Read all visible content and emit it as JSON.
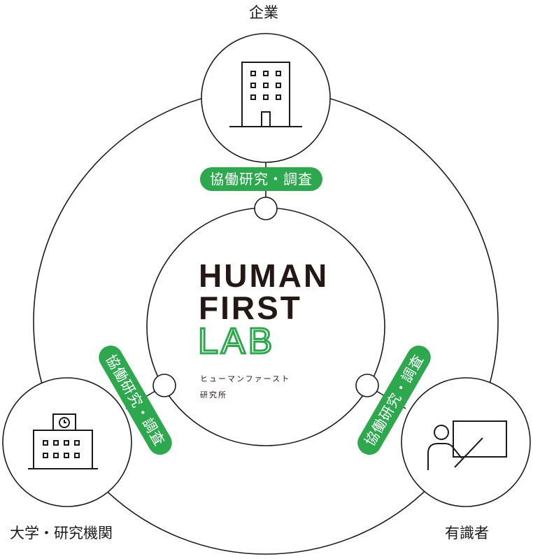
{
  "nodes": {
    "company": {
      "label": "企業"
    },
    "university": {
      "label": "大学・研究機関"
    },
    "expert": {
      "label": "有識者"
    }
  },
  "connections": [
    {
      "label": "協働研究・調査"
    },
    {
      "label": "協働研究・調査"
    },
    {
      "label": "協働研究・調査"
    }
  ],
  "logo": {
    "line1": "HUMAN",
    "line2": "FIRST",
    "line3": "LAB",
    "sub1": "ヒューマンファースト",
    "sub2": "研究所"
  },
  "colors": {
    "accent": "#2ea84f",
    "stroke": "#1a1a1a"
  }
}
